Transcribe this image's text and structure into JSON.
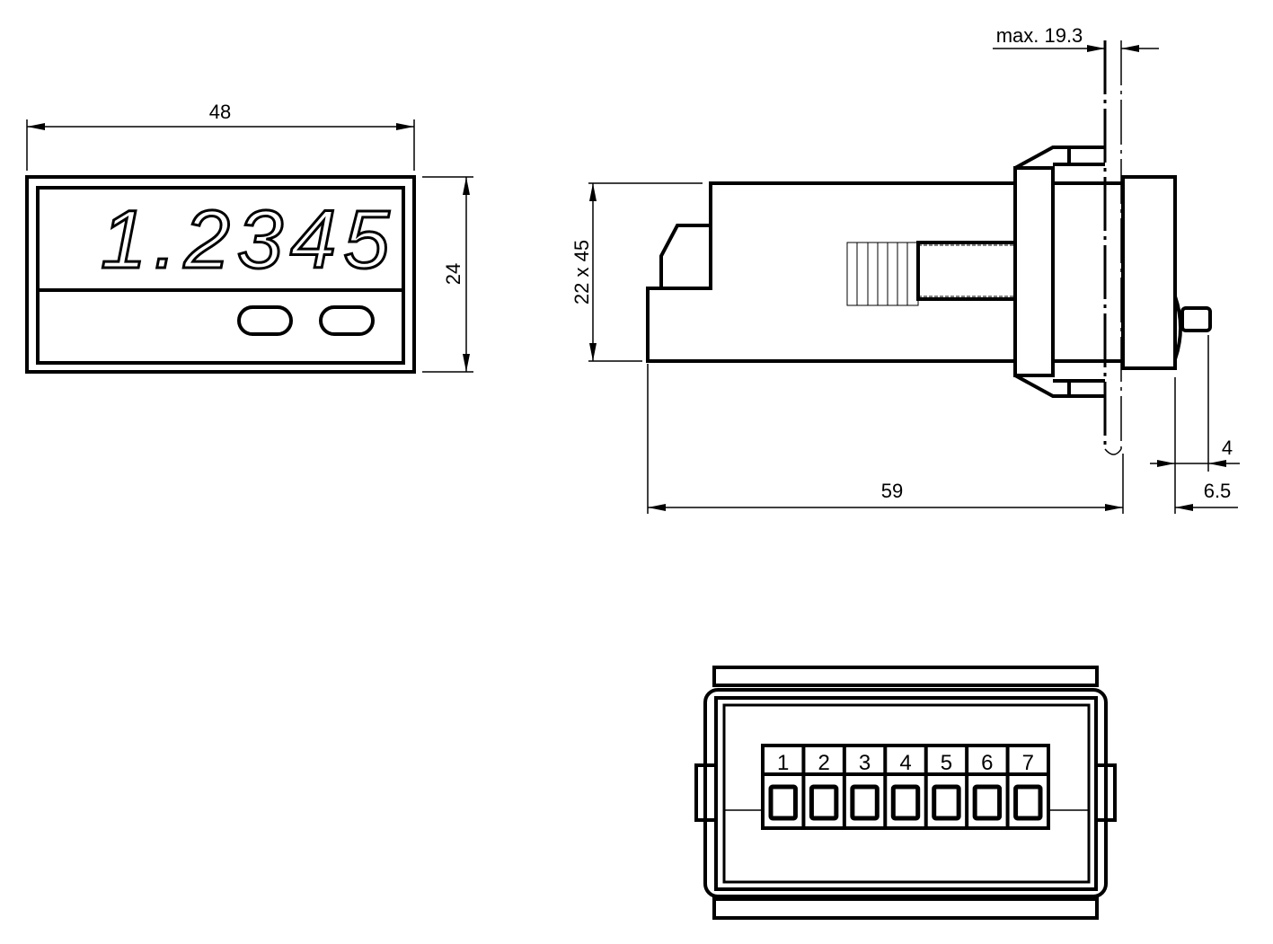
{
  "front_view": {
    "display_value": "1.2345",
    "dim_width": "48",
    "dim_height": "24"
  },
  "side_view": {
    "dim_cutout": "22 x 45",
    "dim_panel": "max. 19.3",
    "dim_depth": "59",
    "dim_button": "4",
    "dim_front": "6.5"
  },
  "rear_view": {
    "terminals": [
      "1",
      "2",
      "3",
      "4",
      "5",
      "6",
      "7"
    ]
  }
}
